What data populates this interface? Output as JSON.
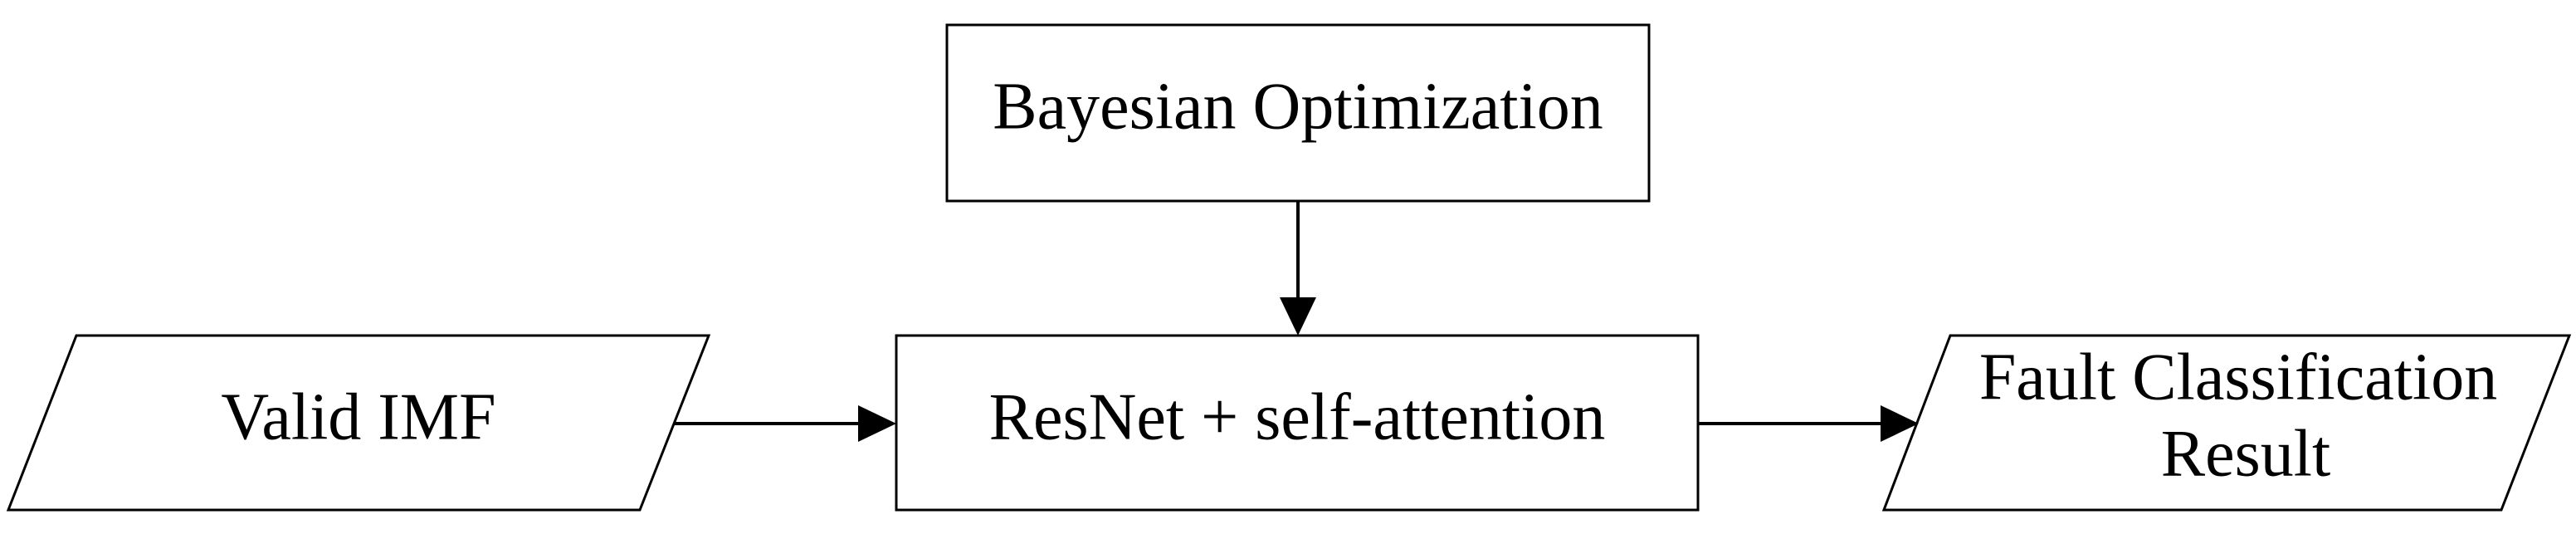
{
  "diagram": {
    "nodes": {
      "bayesian_optimization": {
        "label": "Bayesian Optimization"
      },
      "valid_imf": {
        "label": "Valid IMF"
      },
      "resnet": {
        "label": "ResNet + self-attention"
      },
      "fault_result": {
        "label_line1": "Fault Classification",
        "label_line2": "Result"
      }
    },
    "edges": [
      {
        "from": "bayesian_optimization",
        "to": "resnet"
      },
      {
        "from": "valid_imf",
        "to": "resnet"
      },
      {
        "from": "resnet",
        "to": "fault_result"
      }
    ],
    "colors": {
      "stroke": "#000000",
      "background": "#ffffff"
    }
  }
}
